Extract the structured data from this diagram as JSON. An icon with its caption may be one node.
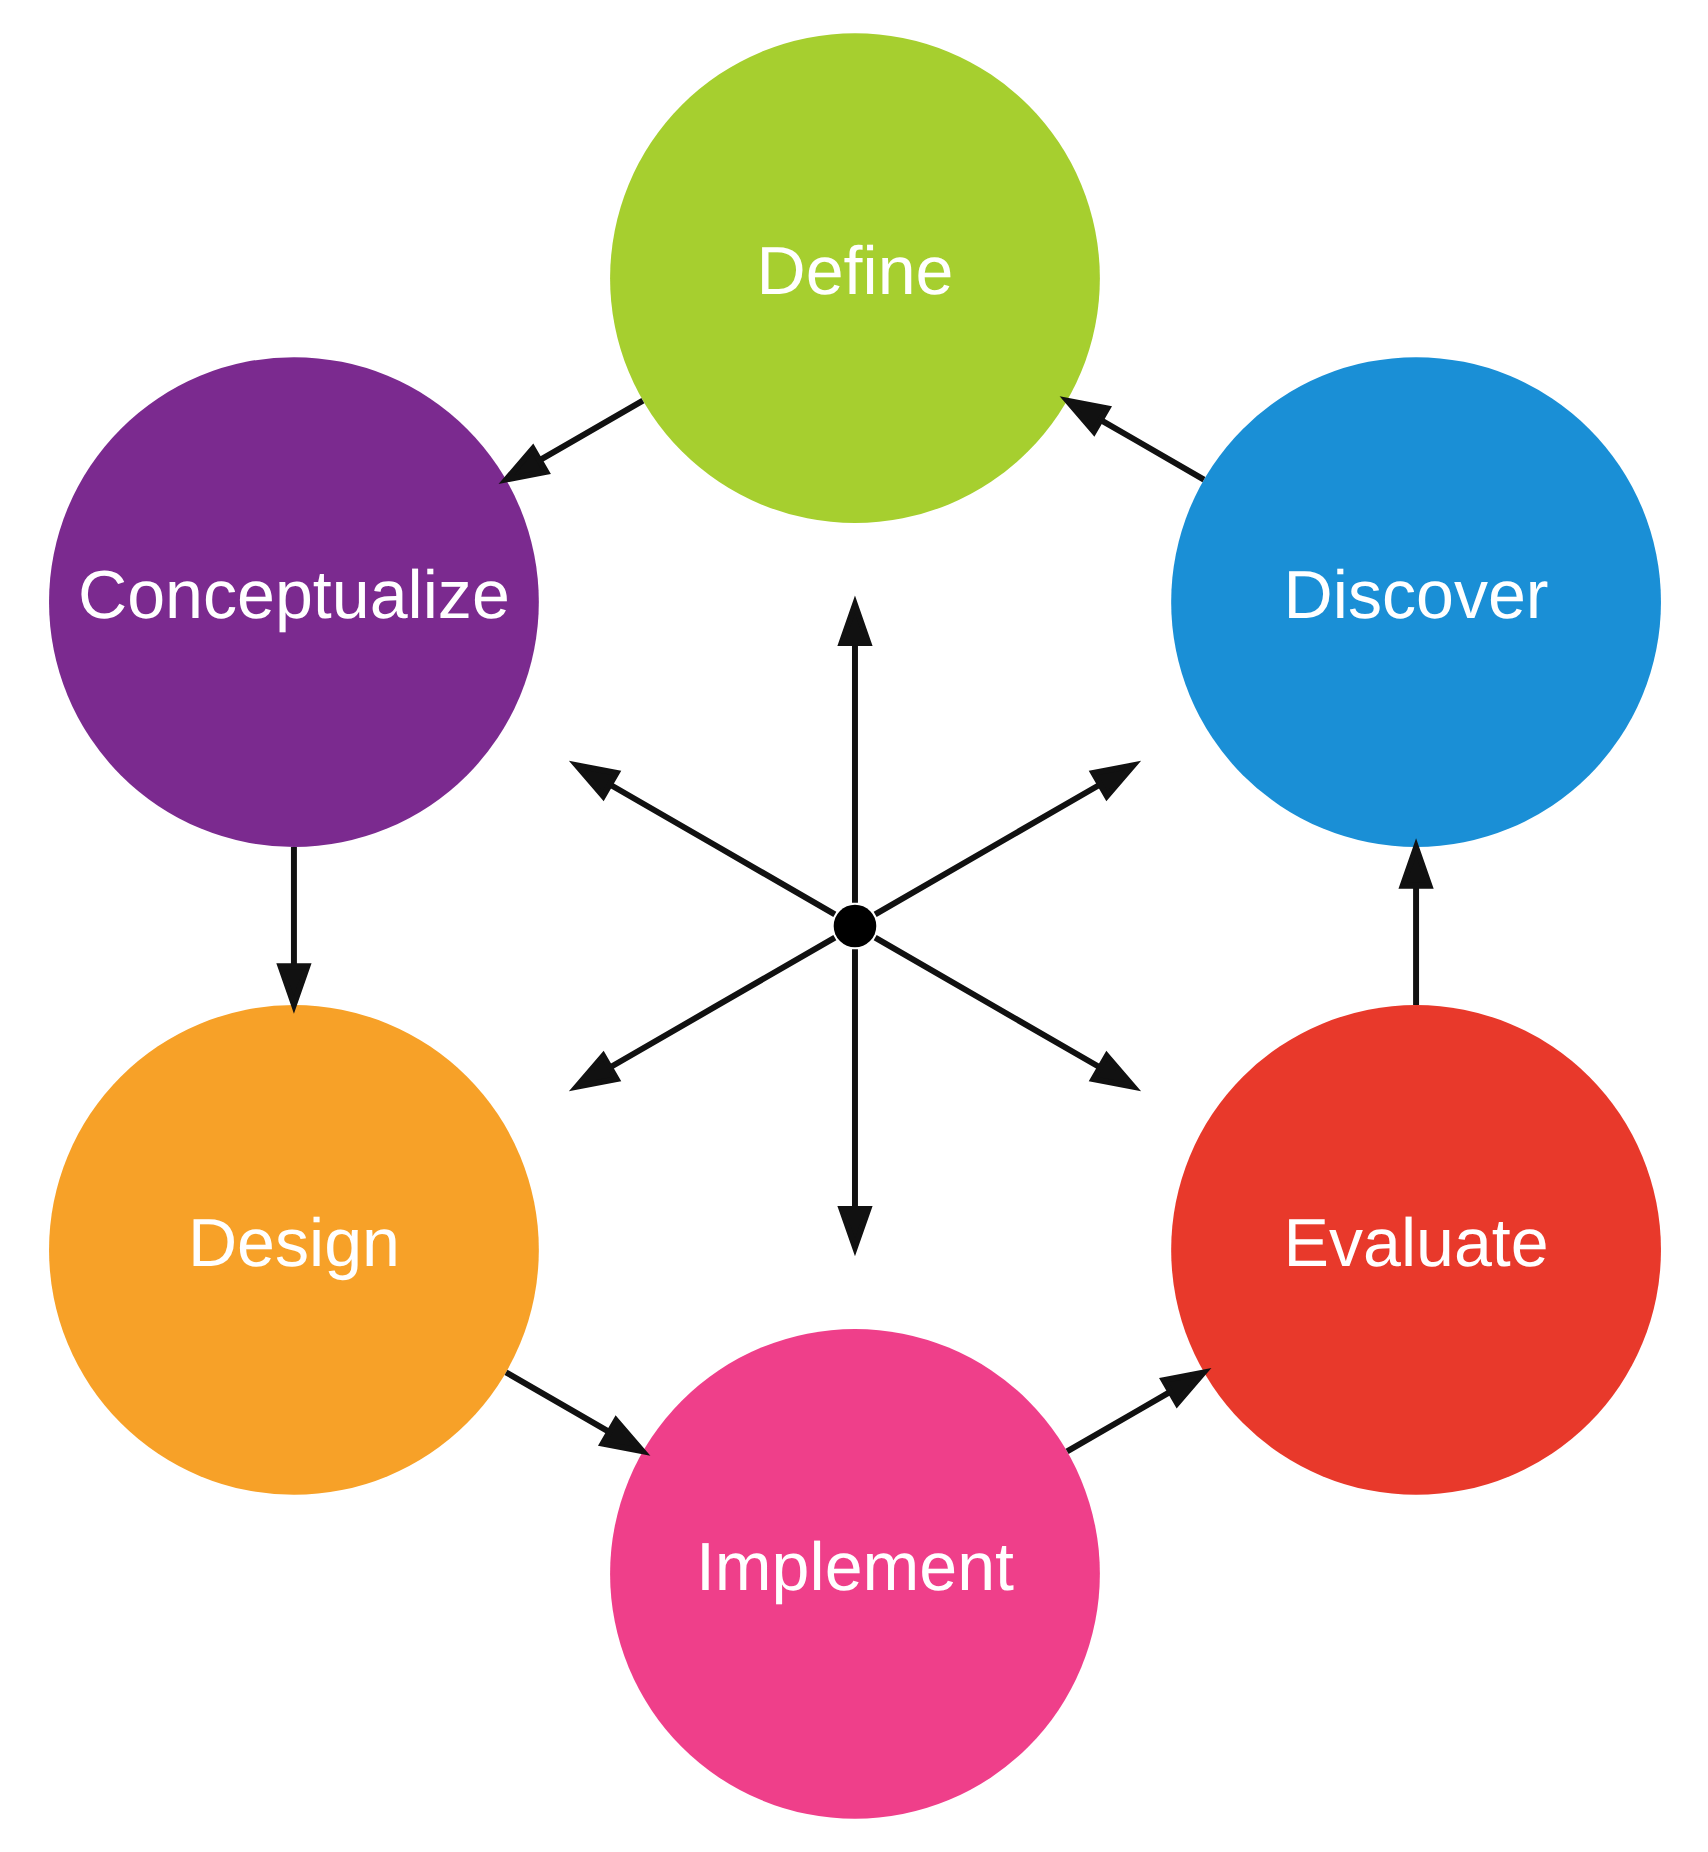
{
  "diagram": {
    "nodes": [
      {
        "text": [
          "Discover"
        ]
      },
      {
        "text": [
          "Define"
        ]
      },
      {
        "text": [
          "Conceptualize"
        ]
      },
      {
        "text": [
          "Design"
        ]
      },
      {
        "text": [
          "Implement"
        ]
      },
      {
        "text": [
          "Evaluate"
        ]
      },
      {
        "text": [],
        "shape": "circle"
      }
    ],
    "edges": [
      {
        "from": 0,
        "to": 1,
        "arrow": "to"
      },
      {
        "from": 1,
        "to": 2,
        "arrow": "to"
      },
      {
        "from": 2,
        "to": 3,
        "arrow": "to"
      },
      {
        "from": 3,
        "to": 4,
        "arrow": "to"
      },
      {
        "from": 4,
        "to": 5,
        "arrow": "to"
      },
      {
        "from": 5,
        "to": 0,
        "arrow": "to"
      },
      {
        "from": 6,
        "to": null,
        "arrow": "to"
      },
      {
        "from": 6,
        "to": null,
        "arrow": "to"
      },
      {
        "from": 6,
        "to": null,
        "arrow": "to"
      },
      {
        "from": 6,
        "to": null,
        "arrow": "to"
      },
      {
        "from": 6,
        "to": null,
        "arrow": "to"
      },
      {
        "from": 6,
        "to": null,
        "arrow": "to"
      }
    ]
  }
}
